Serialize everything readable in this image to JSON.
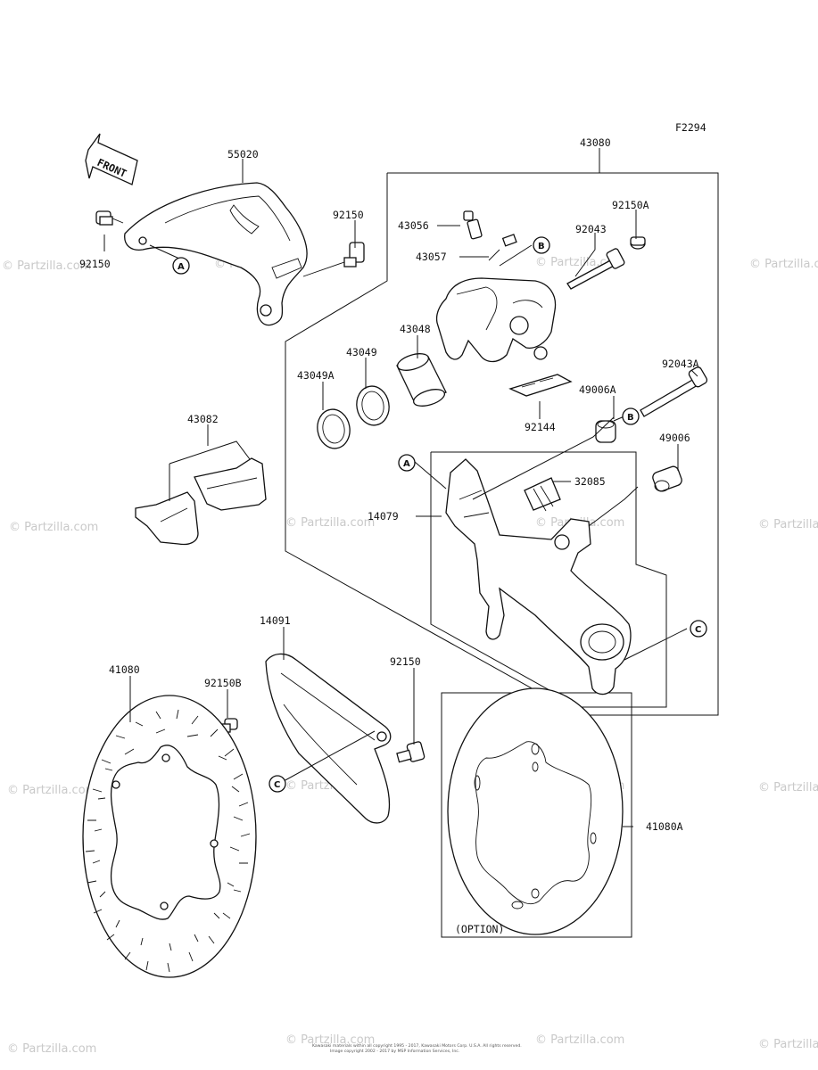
{
  "figure_code": "F2294",
  "front_arrow": {
    "label": "FRONT"
  },
  "option_label": "(OPTION)",
  "watermark": "© Partzilla.com",
  "copyright": [
    "Kawasaki materials within all copyright 1995 - 2017, Kawasaki Motors Corp. U.S.A. All rights reserved.",
    "Image copyright 2002 - 2017 by MSP Information Services, Inc."
  ],
  "callouts": [
    "A",
    "B",
    "C"
  ],
  "parts": {
    "p55020": "55020",
    "p92150_left": "92150",
    "p92150_mid": "92150",
    "p43080": "43080",
    "p43056": "43056",
    "p43057": "43057",
    "p92150A": "92150A",
    "p92043": "92043",
    "p43048": "43048",
    "p43049": "43049",
    "p43049A": "43049A",
    "p43082": "43082",
    "p92043A": "92043A",
    "p49006A": "49006A",
    "p92144": "92144",
    "p49006": "49006",
    "p32085": "32085",
    "p14079": "14079",
    "p14091": "14091",
    "p41080": "41080",
    "p92150B": "92150B",
    "p92150_low": "92150",
    "p41080A": "41080A"
  }
}
